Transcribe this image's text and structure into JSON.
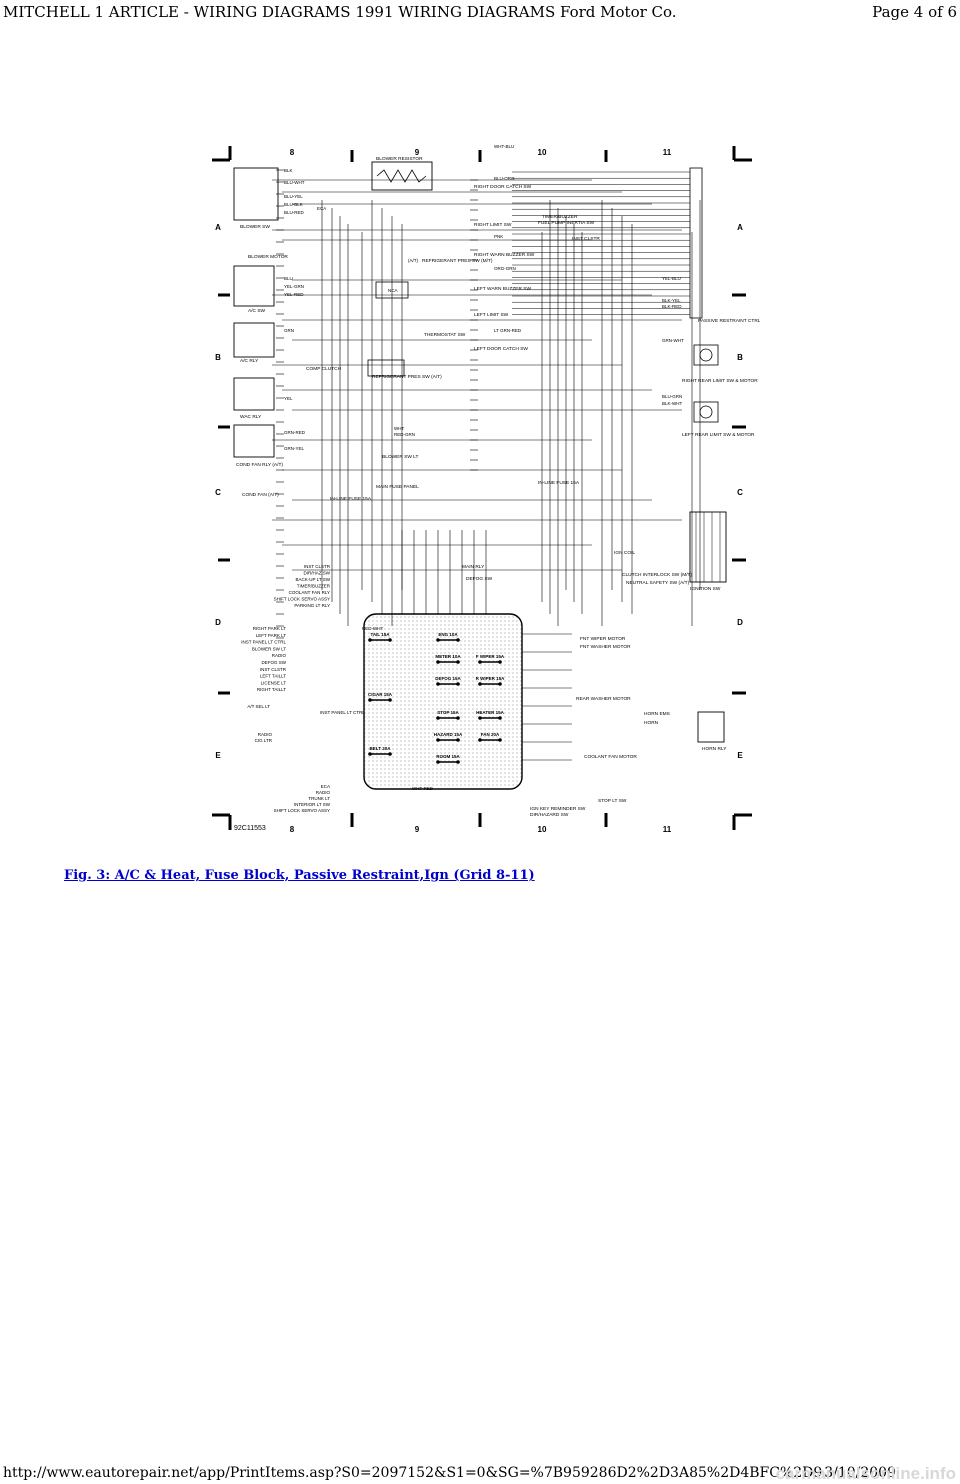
{
  "header": {
    "title": "MITCHELL 1 ARTICLE - WIRING DIAGRAMS 1991 WIRING DIAGRAMS Ford Motor Co.",
    "page": "Page 4 of 6"
  },
  "diagram": {
    "grid_columns": [
      "8",
      "9",
      "10",
      "11"
    ],
    "grid_rows": [
      "A",
      "B",
      "C",
      "D",
      "E"
    ],
    "figure_id": "92C11553",
    "left_components": [
      "BLOWER SW",
      "BLOWER MOTOR",
      "A/C SW",
      "A/C RLY",
      "COMP CLUTCH",
      "WAC RLY",
      "COND FAN RLY (A/T)",
      "COND FAN (A/T)"
    ],
    "center_components": [
      "BLOWER RESISTOR",
      "REFRIGERANT PRES SW (M/T)",
      "THERMOSTAT SW",
      "REFRIGERANT PRES SW (A/T)",
      "BLOWER SW LT",
      "IN-LINE FUSE 15A",
      "MAIN FUSE PANEL",
      "IN-LINE FUSE 15A",
      "MAIN RLY",
      "DEFOG SW"
    ],
    "right_components": [
      "RIGHT DOOR CATCH SW",
      "RIGHT LIMIT SW",
      "RIGHT WARN BUZZER SW",
      "LEFT WARN BUZZER SW",
      "LEFT LIMIT SW",
      "LEFT DOOR CATCH SW",
      "TIMER/BUZZER",
      "FUEL PUMP INERTIA SW",
      "INST CLSTR",
      "PASSIVE RESTRAINT CTRL MOD",
      "RIGHT REAR LIMIT SW & MOTOR",
      "LEFT REAR LIMIT SW & MOTOR",
      "IGNITION SW",
      "IGN COIL",
      "CLUTCH INTERLOCK SW (M/T)",
      "NEUTRAL SAFETY SW (A/T)"
    ],
    "fuse_block_left": [
      "INST CLSTR",
      "DIR/HAZ SW",
      "BACK-UP LT SW",
      "TIMER/BUZZER",
      "COOLANT FAN RLY",
      "SHIFT LOCK SERVO ASSY",
      "PARKING LT RLY"
    ],
    "lamp_circuits": [
      "RIGHT PARK LT",
      "LEFT PARK LT",
      "INST PANEL LT CTRL",
      "BLOWER SW LT",
      "RADIO",
      "DEFOG SW",
      "INST CLSTR",
      "LEFT TAILLT",
      "LICENSE LT",
      "RIGHT TAILLT"
    ],
    "lower_left": [
      "A/T SEL LT",
      "INST PANEL LT CTRL",
      "RADIO",
      "CIG LTR"
    ],
    "fuses": [
      "TAIL 15A",
      "ENG 10A",
      "METER 10A",
      "F WIPER 15A",
      "DEFOG 15A",
      "R WIPER 15A",
      "CIGAR 15A",
      "STOP 15A",
      "HEATER 15A",
      "HAZARD 15A",
      "FAN 20A",
      "BELT 20A",
      "ROOM 15A"
    ],
    "right_outputs": [
      "FNT WIPER MOTOR",
      "FNT WASHER MOTOR",
      "REAR WASHER MOTOR",
      "HORN EMS",
      "HORN",
      "HORN RLY",
      "COOLANT FAN MOTOR",
      "STOP LT SW",
      "IGN KEY REMINDER SW",
      "DIR/HAZARD SW"
    ],
    "bottom_left": [
      "ECA",
      "RADIO",
      "TRUNK LT",
      "INTERIOR LT SW",
      "SHIFT LOCK SERVO ASSY"
    ],
    "wire_colors": [
      "BLK",
      "BLU-WHT",
      "BLU-YEL",
      "BLU-BLK",
      "BLU-RED",
      "BLU",
      "YEL-GRN",
      "YEL-RED",
      "GRN",
      "GRN-RED",
      "GRN-YEL",
      "WHT",
      "RED-GRN",
      "RED-WHT",
      "WHT-RED",
      "WHT-BLU",
      "BLU-ORG",
      "PNK",
      "ORG-GRN",
      "LT GRN-RED",
      "YEL-BLU",
      "BLK-YEL",
      "BLK-RED",
      "GRN-WHT",
      "BLK-WHT",
      "BLU-GRN",
      "YEL"
    ],
    "other_labels": [
      "ECA",
      "NCA",
      "(A/T)"
    ]
  },
  "caption": "Fig. 3: A/C & Heat, Fuse Block, Passive Restraint,Ign (Grid 8-11)",
  "footer": {
    "url": "http://www.eautorepair.net/app/PrintItems.asp?S0=2097152&S1=0&SG=%7B959286D2%2D3A85%2D4BFC%2D9C5C%2D...",
    "date": "3/10/2009",
    "watermark": "carmanualsonline.info"
  }
}
